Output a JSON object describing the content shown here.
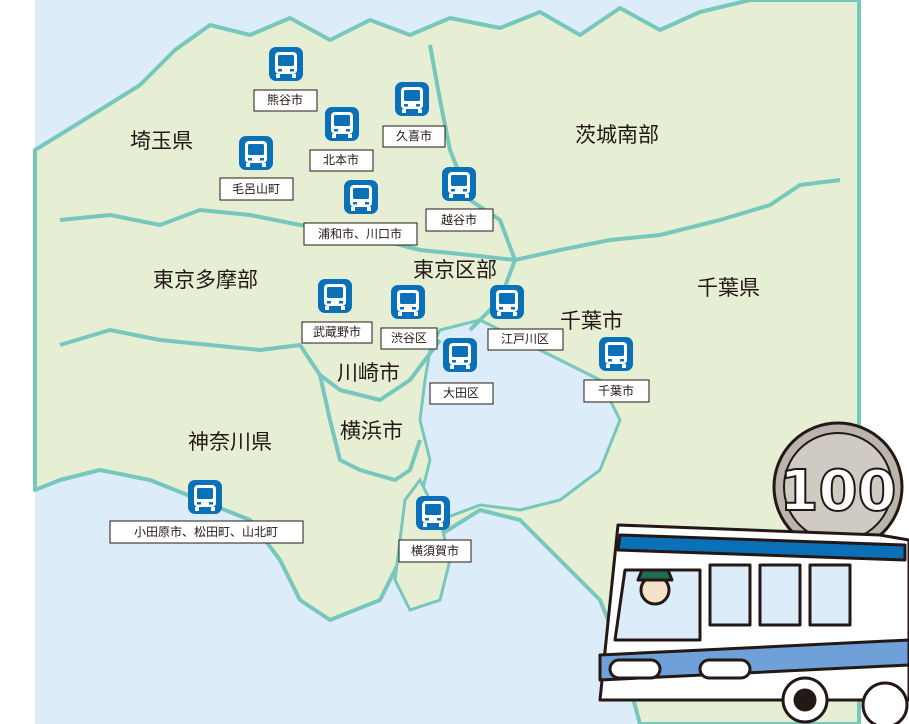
{
  "colors": {
    "sea": "#dcecf9",
    "land": "#e6efd4",
    "border": "#77c7bd",
    "bus_icon": "#0a71b8",
    "label_border": "#231815"
  },
  "regions": {
    "saitama": "埼玉県",
    "ibaraki_south": "茨城南部",
    "tokyo_tama": "東京多摩部",
    "tokyo_ku": "東京区部",
    "chiba_pref": "千葉県",
    "chiba_city": "千葉市",
    "kawasaki": "川崎市",
    "yokohama": "横浜市",
    "kanagawa": "神奈川県"
  },
  "cities": [
    {
      "id": "kumagaya",
      "name": "熊谷市"
    },
    {
      "id": "kuki",
      "name": "久喜市"
    },
    {
      "id": "kitamoto",
      "name": "北本市"
    },
    {
      "id": "moroyama",
      "name": "毛呂山町"
    },
    {
      "id": "koshigaya",
      "name": "越谷市"
    },
    {
      "id": "urawa",
      "name": "浦和市、川口市"
    },
    {
      "id": "musashino",
      "name": "武蔵野市"
    },
    {
      "id": "shibuya",
      "name": "渋谷区"
    },
    {
      "id": "edogawa",
      "name": "江戸川区"
    },
    {
      "id": "ota",
      "name": "大田区"
    },
    {
      "id": "chiba",
      "name": "千葉市"
    },
    {
      "id": "odawara",
      "name": "小田原市、松田町、山北町"
    },
    {
      "id": "yokosuka",
      "name": "横須賀市"
    }
  ],
  "coin_value": "100"
}
